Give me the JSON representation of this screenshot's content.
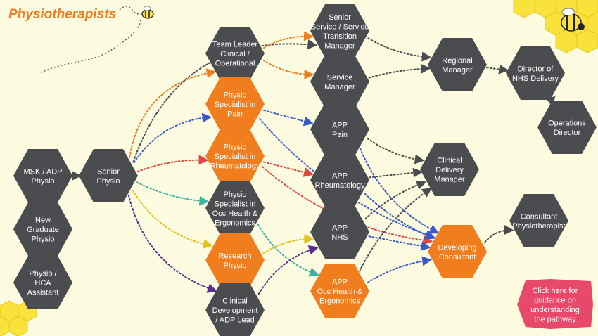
{
  "title": "Physiotherapists",
  "colors": {
    "background": "#fdfbe0",
    "grey": "#4b4c50",
    "orange": "#f07d1e",
    "pink": "#e8496a",
    "honey": "#f9e23c"
  },
  "nodes": [
    {
      "id": "hca",
      "lines": [
        "Physio  /",
        "HCA",
        "Assistant"
      ],
      "color": "grey"
    },
    {
      "id": "newgrad",
      "lines": [
        "New",
        "Graduate",
        "Physio"
      ],
      "color": "grey"
    },
    {
      "id": "msk",
      "lines": [
        "MSK / ADP",
        "Physio"
      ],
      "color": "grey"
    },
    {
      "id": "senior",
      "lines": [
        "Senior",
        "Physio"
      ],
      "color": "grey"
    },
    {
      "id": "teamleader",
      "lines": [
        "Team Leader",
        "Clinical /",
        "Operational"
      ],
      "color": "grey"
    },
    {
      "id": "spec_pain",
      "lines": [
        "Physio",
        "Specialist in",
        "Pain"
      ],
      "color": "orange"
    },
    {
      "id": "spec_rheum",
      "lines": [
        "Physio",
        "Specialist in",
        "Rheumatology"
      ],
      "color": "orange"
    },
    {
      "id": "spec_occ",
      "lines": [
        "Physio",
        "Specialist in",
        "Occ Health &",
        "Ergonomics"
      ],
      "color": "grey"
    },
    {
      "id": "research",
      "lines": [
        "Research",
        "Physio"
      ],
      "color": "orange"
    },
    {
      "id": "clindev",
      "lines": [
        "Clinical",
        "Development",
        "/ ADP Lead"
      ],
      "color": "grey"
    },
    {
      "id": "senior_service",
      "lines": [
        "Senior",
        "Service / Service",
        "Transition",
        "Manager"
      ],
      "color": "grey"
    },
    {
      "id": "service_mgr",
      "lines": [
        "Service",
        "Manager"
      ],
      "color": "grey"
    },
    {
      "id": "app_pain",
      "lines": [
        "APP",
        "Pain"
      ],
      "color": "grey"
    },
    {
      "id": "app_rheum",
      "lines": [
        "APP",
        "Rheumatology"
      ],
      "color": "grey"
    },
    {
      "id": "app_nhs",
      "lines": [
        "APP",
        "NHS"
      ],
      "color": "grey"
    },
    {
      "id": "app_occ",
      "lines": [
        "APP",
        "Occ Health &",
        "Ergonomics"
      ],
      "color": "orange"
    },
    {
      "id": "regional",
      "lines": [
        "Regional",
        "Manager"
      ],
      "color": "grey"
    },
    {
      "id": "director_nhs",
      "lines": [
        "Director of",
        "NHS Delivery"
      ],
      "color": "grey"
    },
    {
      "id": "ops_director",
      "lines": [
        "Operations",
        "Director"
      ],
      "color": "grey"
    },
    {
      "id": "clin_delivery",
      "lines": [
        "Clinical",
        "Delivery",
        "Manager"
      ],
      "color": "grey"
    },
    {
      "id": "dev_consultant",
      "lines": [
        "Developing",
        "Consultant"
      ],
      "color": "orange"
    },
    {
      "id": "consultant",
      "lines": [
        "Consultant",
        "Physiotherapist"
      ],
      "color": "grey"
    }
  ],
  "guide_button": {
    "lines": [
      "Click here for",
      "guidance on",
      "understanding",
      "the pathway"
    ]
  }
}
